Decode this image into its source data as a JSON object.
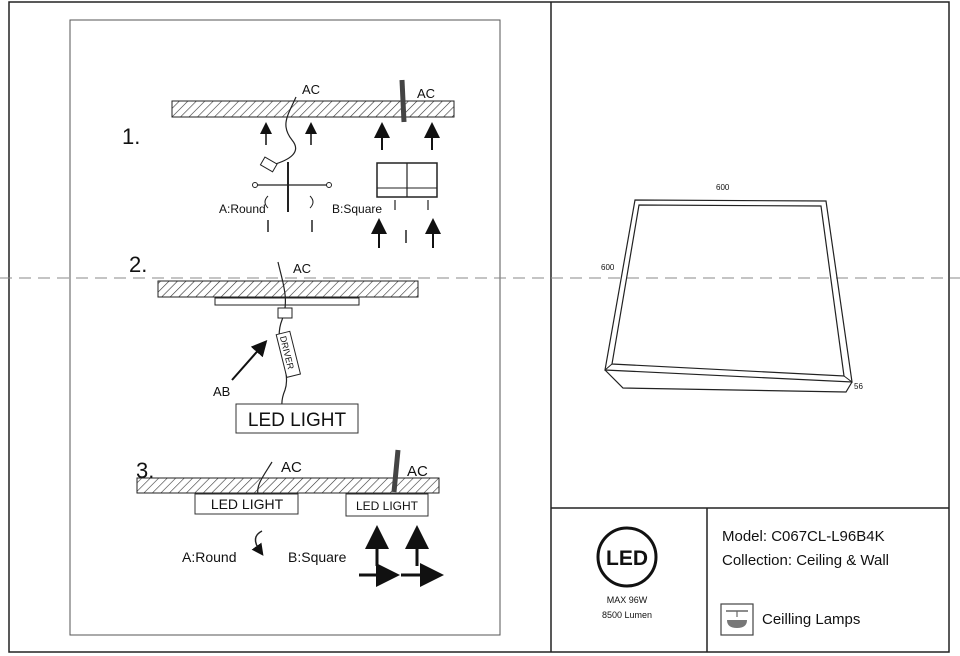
{
  "steps": {
    "s1": {
      "num": "1.",
      "ac_left": "AC",
      "ac_right": "AC",
      "label_round": "A:Round",
      "label_square": "B:Square"
    },
    "s2": {
      "num": "2.",
      "ac": "AC",
      "ab": "AB",
      "driver": "DRIVER",
      "led_box": "LED LIGHT"
    },
    "s3": {
      "num": "3.",
      "ac_left": "AC",
      "ac_right": "AC",
      "led_box_left": "LED LIGHT",
      "led_box_right": "LED LIGHT",
      "label_round": "A:Round",
      "label_square": "B:Square"
    }
  },
  "dimensions": {
    "width": "600",
    "depth": "600",
    "height": "56"
  },
  "badge": {
    "text": "LED",
    "max_power": "MAX 96W",
    "lumen": "8500 Lumen"
  },
  "product": {
    "model": "Model: C067CL-L96B4K",
    "collection": "Collection: Ceiling & Wall",
    "category": "Ceilling Lamps",
    "category_icon": "ceiling-lamp-icon"
  }
}
